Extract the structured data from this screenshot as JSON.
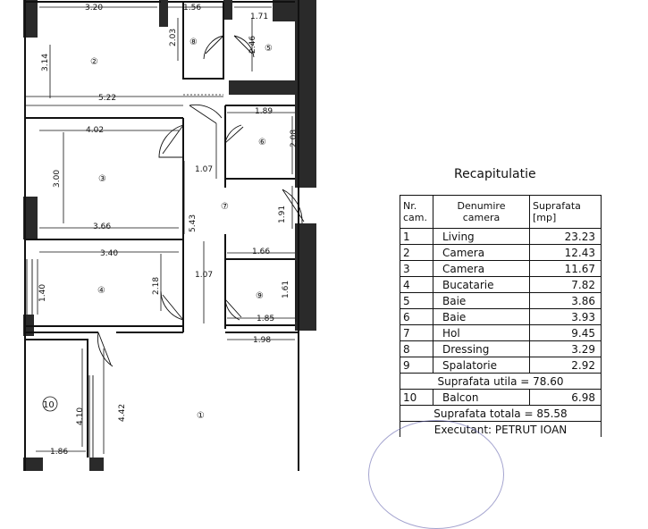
{
  "plan": {
    "dimensions": {
      "d_320": "3.20",
      "d_156": "1.56",
      "d_171": "1.71",
      "d_203": "2.03",
      "d_246": "2.46",
      "d_314": "3.14",
      "d_522": "5.22",
      "d_189": "1.89",
      "d_402": "4.02",
      "d_208": "2.08",
      "d_300": "3.00",
      "d_107a": "1.07",
      "d_543": "5.43",
      "d_191": "1.91",
      "d_366": "3.66",
      "d_166": "1.66",
      "d_340": "3.40",
      "d_107b": "1.07",
      "d_140": "1.40",
      "d_218": "2.18",
      "d_161": "1.61",
      "d_185": "1.85",
      "d_198": "1.98",
      "d_410": "4.10",
      "d_442": "4.42",
      "d_186": "1.86"
    },
    "room_markers": {
      "r1": "①",
      "r2": "②",
      "r3": "③",
      "r4": "④",
      "r5": "⑤",
      "r6": "⑥",
      "r7": "⑦",
      "r8": "⑧",
      "r9": "⑨",
      "r10": "10"
    }
  },
  "recap": {
    "title": "Recapitulatie",
    "headers": {
      "nr": "Nr.\ncam.",
      "name": "Denumire\ncamera",
      "area": "Suprafata\n[mp]"
    },
    "rows": [
      {
        "nr": "1",
        "name": "Living",
        "area": "23.23"
      },
      {
        "nr": "2",
        "name": "Camera",
        "area": "12.43"
      },
      {
        "nr": "3",
        "name": "Camera",
        "area": "11.67"
      },
      {
        "nr": "4",
        "name": "Bucatarie",
        "area": "7.82"
      },
      {
        "nr": "5",
        "name": "Baie",
        "area": "3.86"
      },
      {
        "nr": "6",
        "name": "Baie",
        "area": "3.93"
      },
      {
        "nr": "7",
        "name": "Hol",
        "area": "9.45"
      },
      {
        "nr": "8",
        "name": "Dressing",
        "area": "3.29"
      },
      {
        "nr": "9",
        "name": "Spalatorie",
        "area": "2.92"
      }
    ],
    "useful_area": "Suprafata utila = 78.60",
    "balcony": {
      "nr": "10",
      "name": "Balcon",
      "area": "6.98"
    },
    "total_area": "Suprafata totala = 85.58",
    "executant": "Executant: PETRUT IOAN"
  }
}
